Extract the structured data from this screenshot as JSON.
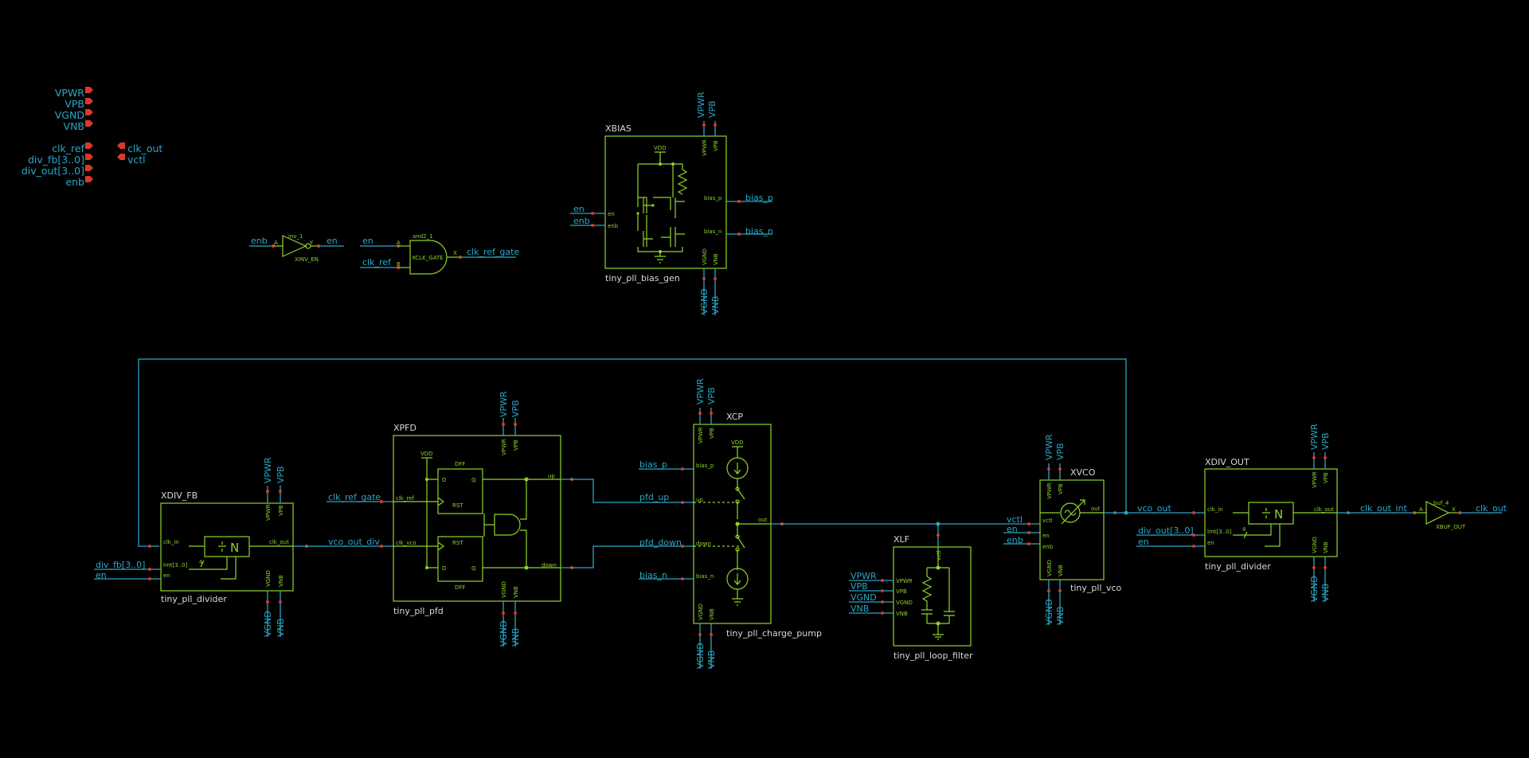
{
  "io_pins": {
    "left": [
      "VPWR",
      "VPB",
      "VGND",
      "VNB",
      "clk_ref",
      "div_fb[3..0]",
      "div_out[3..0]",
      "enb"
    ],
    "right": [
      "clk_out",
      "vctl"
    ]
  },
  "rails": {
    "vpwr": "VPWR",
    "vpb": "VPB",
    "vgnd": "VGND",
    "vnb": "VNB",
    "vdd": "VDD"
  },
  "inv": {
    "inst": "XINV_EN",
    "cell": "inv_1",
    "pin_a": "A",
    "pin_y": "Y",
    "in": "enb",
    "out": "en"
  },
  "and": {
    "inst": "XCLK_GATE",
    "cell": "and2_1",
    "pin_a": "A",
    "pin_b": "B",
    "pin_x": "X",
    "in_a": "en",
    "in_b": "clk_ref",
    "out": "clk_ref_gate"
  },
  "bias": {
    "inst": "XBIAS",
    "cell": "tiny_pll_bias_gen",
    "pin_en": "en",
    "pin_enb": "enb",
    "pin_bp": "bias_p",
    "pin_bn": "bias_n",
    "in_en": "en",
    "in_enb": "enb",
    "out_p": "bias_p",
    "out_n": "bias_n"
  },
  "divfb": {
    "inst": "XDIV_FB",
    "cell": "tiny_pll_divider",
    "pin_clkin": "clk_in",
    "pin_lmt": "lmt[3..0]",
    "pin_en": "en",
    "pin_clkout": "clk_out",
    "bus4": "4",
    "in_lmt": "div_fb[3..0]",
    "in_en": "en"
  },
  "pfd": {
    "inst": "XPFD",
    "cell": "tiny_pll_pfd",
    "pin_ref": "clk_ref",
    "pin_vco": "clk_vco",
    "pin_up": "up",
    "pin_down": "down",
    "dff": "DFF",
    "d": "D",
    "q": "Q",
    "rst": "RST",
    "in_ref": "clk_ref_gate",
    "in_vco": "vco_out_div"
  },
  "cp": {
    "inst": "XCP",
    "cell": "tiny_pll_charge_pump",
    "pin_bp": "bias_p",
    "pin_up": "up",
    "pin_down": "down",
    "pin_bn": "bias_n",
    "pin_out": "out",
    "in_bp": "bias_p",
    "in_up": "pfd_up",
    "in_down": "pfd_down",
    "in_bn": "bias_n"
  },
  "lf": {
    "inst": "XLF",
    "cell": "tiny_pll_loop_filter",
    "pin_vctl": "vctl",
    "pin_vpwr": "VPWR",
    "pin_vpb": "VPB",
    "pin_vgnd": "VGND",
    "pin_vnb": "VNB"
  },
  "vco": {
    "inst": "XVCO",
    "cell": "tiny_pll_vco",
    "pin_vctl": "vctl",
    "pin_en": "en",
    "pin_enb": "enb",
    "pin_out": "out",
    "in_vctl": "vctl",
    "in_en": "en",
    "in_enb": "enb"
  },
  "divout": {
    "inst": "XDIV_OUT",
    "cell": "tiny_pll_divider",
    "pin_clkin": "clk_in",
    "pin_lmt": "lmt[3..0]",
    "pin_en": "en",
    "pin_clkout": "clk_out",
    "bus4": "4",
    "in_clk": "vco_out",
    "in_lmt": "div_out[3..0]",
    "in_en": "en",
    "out": "clk_out_int"
  },
  "buf": {
    "inst": "XBUF_OUT",
    "cell": "buf_4",
    "pin_a": "A",
    "pin_x": "X",
    "out": "clk_out"
  },
  "divider_symbol": "N",
  "colors": {
    "wire": "#2aa7c7",
    "symbol": "#8fd42a",
    "pin": "#d9382a",
    "background": "#000000",
    "text": "#d8d8d8"
  }
}
